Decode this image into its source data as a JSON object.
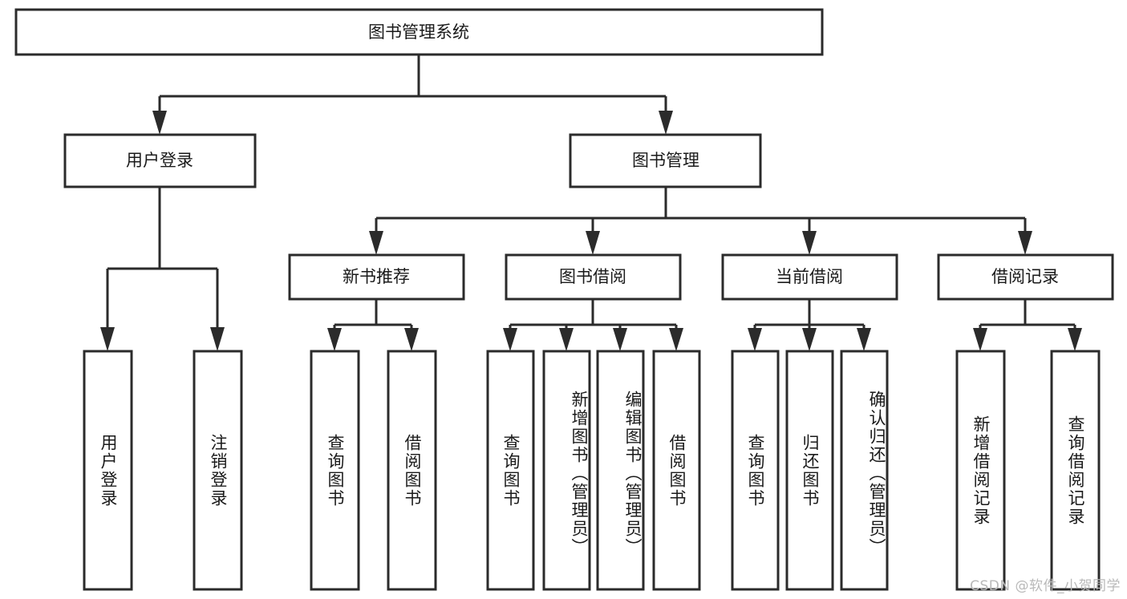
{
  "diagram": {
    "title": "图书管理系统",
    "type": "tree-hierarchy-chart",
    "orientation": "top-down",
    "colors": {
      "box_stroke": "#2b2b2b",
      "box_fill": "#ffffff",
      "connector": "#2b2b2b",
      "text": "#1a1a1a",
      "watermark": "#b9b9b9",
      "background": "#ffffff"
    },
    "root": {
      "label": "图书管理系统"
    },
    "level2": [
      {
        "label": "用户登录"
      },
      {
        "label": "图书管理"
      }
    ],
    "level3": [
      {
        "label": "新书推荐"
      },
      {
        "label": "图书借阅"
      },
      {
        "label": "当前借阅"
      },
      {
        "label": "借阅记录"
      }
    ],
    "leaves": {
      "user_login": [
        {
          "label": "用户登录"
        },
        {
          "label": "注销登录"
        }
      ],
      "new_book_recommend": [
        {
          "label": "查询图书"
        },
        {
          "label": "借阅图书"
        }
      ],
      "book_borrow": [
        {
          "label": "查询图书"
        },
        {
          "label": "新增图书（管理员）"
        },
        {
          "label": "编辑图书（管理员）"
        },
        {
          "label": "借阅图书"
        }
      ],
      "current_borrow": [
        {
          "label": "查询图书"
        },
        {
          "label": "归还图书"
        },
        {
          "label": "确认归还（管理员）"
        }
      ],
      "borrow_record": [
        {
          "label": "新增借阅记录"
        },
        {
          "label": "查询借阅记录"
        }
      ]
    }
  },
  "watermark": {
    "text": "CSDN @软件_小贺同学"
  }
}
